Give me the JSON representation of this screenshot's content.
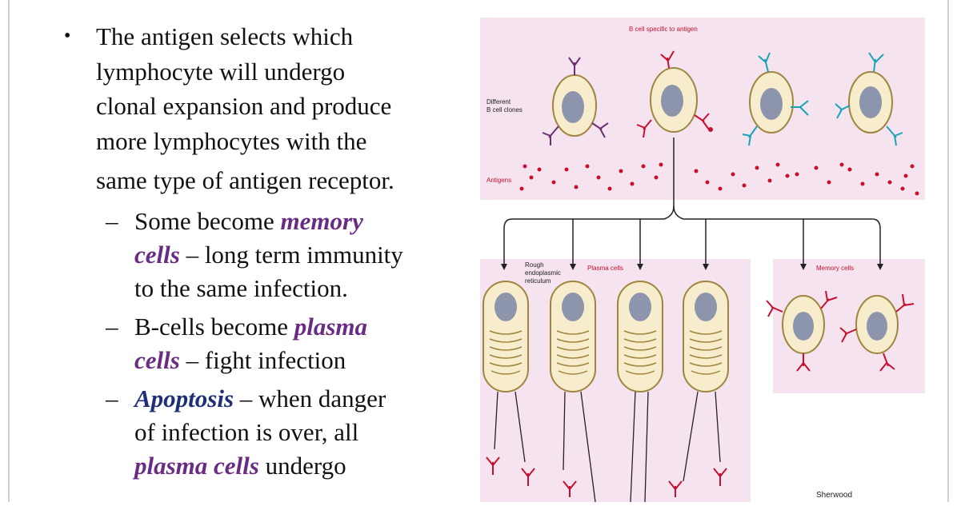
{
  "bullet": {
    "lines": [
      "The antigen selects which",
      "lymphocyte will undergo",
      "clonal expansion and produce",
      "more lymphocytes with the",
      "same type of antigen receptor."
    ]
  },
  "subbullets": {
    "memory": {
      "pre": "Some become ",
      "term1": "memory",
      "term2": "cells",
      "post1": " – long term immunity",
      "post2": "to the same infection."
    },
    "plasma": {
      "pre": "B-cells become ",
      "term1": "plasma",
      "term2": "cells",
      "post1": " – fight infection"
    },
    "apoptosis": {
      "term": "Apoptosis",
      "post1": " – when danger",
      "line2": "of infection is over, all",
      "term2": "plasma cells",
      "post3": " undergo"
    }
  },
  "figure": {
    "title": "B cell specific to antigen",
    "different_line1": "Different",
    "different_line2": "B cell clones",
    "antigens": "Antigens",
    "rough_er_line1": "Rough",
    "rough_er_line2": "endoplasmic",
    "rough_er_line3": "reticulum",
    "plasma_cells": "Plasma cells",
    "memory_cells": "Memory cells",
    "credit": "Sherwood"
  },
  "colors": {
    "panel": "#f5e4ef",
    "cell_fill": "#f7eccb",
    "cell_stroke": "#a08540",
    "nucleus": "#8d95ad",
    "red": "#c8102e",
    "teal": "#1aa3b8",
    "purple_receptor": "#6a3070",
    "text_purple": "#6a2b83",
    "text_blue": "#1e2f78"
  }
}
